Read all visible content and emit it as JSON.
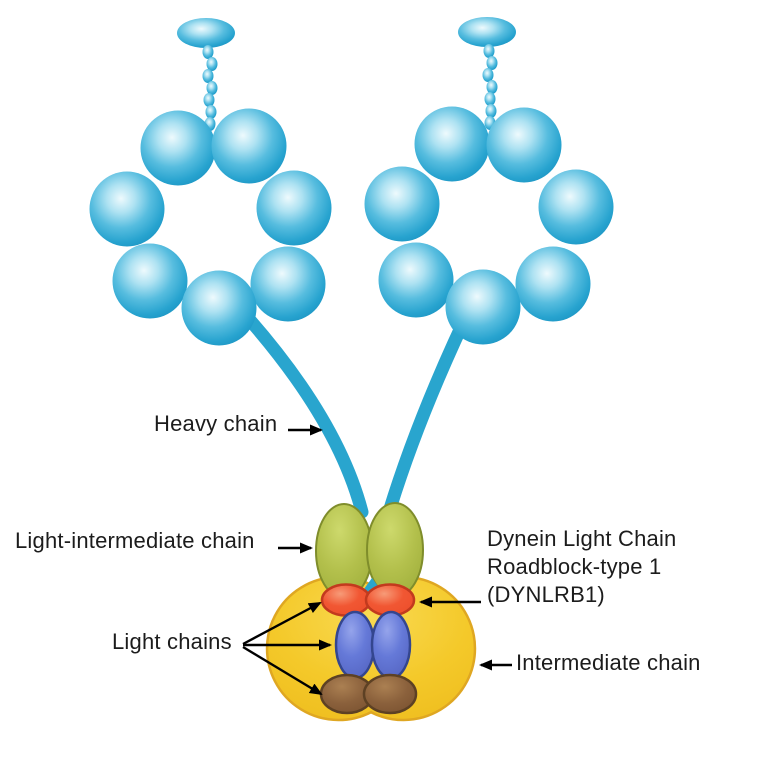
{
  "labels": {
    "heavy_chain": "Heavy chain",
    "light_intermediate_chain": "Light-intermediate chain",
    "dynlrb1": "Dynein Light Chain\nRoadblock-type 1\n(DYNLRB1)",
    "light_chains": "Light chains",
    "intermediate_chain": "Intermediate chain"
  },
  "colors": {
    "heavy_chain_teal": "#29a5ce",
    "sphere_highlight": "#eefafd",
    "sphere_edge": "#1e97c5",
    "light_intermediate_fill": "#b3c04c",
    "light_intermediate_border": "#7f8d2b",
    "dynlrb1_fill": "#f15733",
    "dynlrb1_border": "#c23a1e",
    "light_chain_blue_fill": "#6579d8",
    "light_chain_blue_border": "#34468f",
    "light_chain_brown_fill": "#8b613c",
    "light_chain_brown_border": "#5d4124",
    "intermediate_fill": "#f4c92a",
    "intermediate_border": "#dfa722",
    "arrow": "#000000",
    "label_text": "#1c1c1c"
  }
}
